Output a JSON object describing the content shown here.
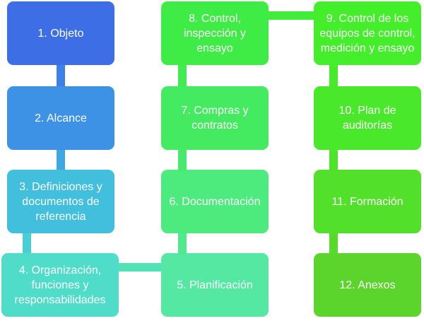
{
  "steps": [
    {
      "label": "1. Objeto",
      "color": "#3d6ee6"
    },
    {
      "label": "2. Alcance",
      "color": "#3d92e6"
    },
    {
      "label": "3. Definiciones y documentos de referencia",
      "color": "#41bfdc"
    },
    {
      "label": "4. Organización, funciones y responsabilidades",
      "color": "#4fdcc9"
    },
    {
      "label": "5. Planificación",
      "color": "#55e8a2"
    },
    {
      "label": "6. Documentación",
      "color": "#4dea7e"
    },
    {
      "label": "7. Compras y contratos",
      "color": "#44ea5f"
    },
    {
      "label": "8. Control, inspección y ensayo",
      "color": "#3fec46"
    },
    {
      "label": "9. Control de los equipos de control, medición y ensayo",
      "color": "#44ee2b"
    },
    {
      "label": "10. Plan de auditorías",
      "color": "#4ae82a"
    },
    {
      "label": "11. Formación",
      "color": "#52e02a"
    },
    {
      "label": "12. Anexos",
      "color": "#5bd42c"
    }
  ]
}
